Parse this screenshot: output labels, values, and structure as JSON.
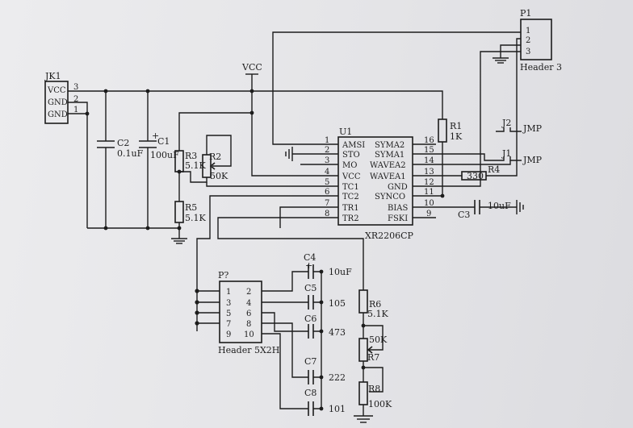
{
  "jk1": {
    "ref": "JK1",
    "pins": [
      "VCC",
      "GND",
      "GND"
    ],
    "nums": [
      "3",
      "2",
      "1"
    ]
  },
  "vcc": "VCC",
  "c2": {
    "ref": "C2",
    "val": "0.1uF"
  },
  "c1": {
    "ref": "C1",
    "val": "100uF",
    "pol": "+"
  },
  "r3": {
    "ref": "R3",
    "val": "5.1K"
  },
  "r2": {
    "ref": "R2",
    "val": "50K"
  },
  "r5": {
    "ref": "R5",
    "val": "5.1K"
  },
  "r1": {
    "ref": "R1",
    "val": "1K"
  },
  "r4": {
    "ref": "R4",
    "val": "330"
  },
  "r6": {
    "ref": "R6",
    "val": "5.1K"
  },
  "r7": {
    "ref": "R7",
    "val": "50K"
  },
  "r8": {
    "ref": "R8",
    "val": "100K"
  },
  "c3": {
    "ref": "C3",
    "val": "10uF"
  },
  "c4": {
    "ref": "C4",
    "val": "10uF",
    "pol": "+"
  },
  "c5": {
    "ref": "C5",
    "val": "105"
  },
  "c6": {
    "ref": "C6",
    "val": "473"
  },
  "c7": {
    "ref": "C7",
    "val": "222"
  },
  "c8": {
    "ref": "C8",
    "val": "101"
  },
  "p1": {
    "ref": "P1",
    "name": "Header 3",
    "nums": [
      "1",
      "2",
      "3"
    ]
  },
  "j1": {
    "ref": "J1",
    "val": "JMP"
  },
  "j2": {
    "ref": "J2",
    "val": "JMP"
  },
  "u1": {
    "ref": "U1",
    "part": "XR2206CP",
    "left_nums": [
      "1",
      "2",
      "3",
      "4",
      "5",
      "6",
      "7",
      "8"
    ],
    "left_names": [
      "AMSI",
      "STO",
      "MO",
      "VCC",
      "TC1",
      "TC2",
      "TR1",
      "TR2"
    ],
    "right_nums": [
      "16",
      "15",
      "14",
      "13",
      "12",
      "11",
      "10",
      "9"
    ],
    "right_names": [
      "SYMA2",
      "SYMA1",
      "WAVEA2",
      "WAVEA1",
      "GND",
      "SYNCO",
      "BIAS",
      "FSKI"
    ]
  },
  "p_header": {
    "ref": "P?",
    "name": "Header 5X2H",
    "left_nums": [
      "1",
      "3",
      "5",
      "7",
      "9"
    ],
    "right_nums": [
      "2",
      "4",
      "6",
      "8",
      "10"
    ]
  }
}
